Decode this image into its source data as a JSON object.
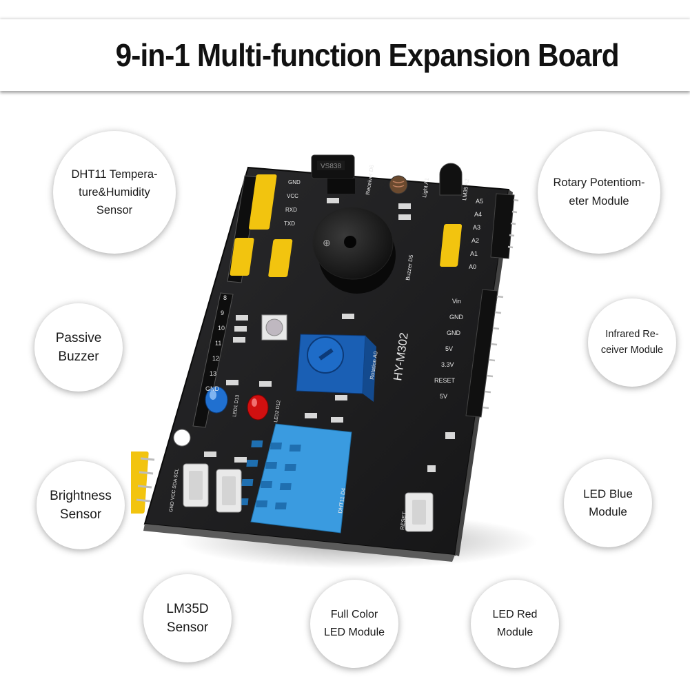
{
  "header": {
    "title": "9-in-1 Multi-function Expansion Board"
  },
  "features": [
    {
      "id": "dht11",
      "lines": [
        "DHT11 Tempera-",
        "ture&Humidity",
        "Sensor"
      ]
    },
    {
      "id": "potentiometer",
      "lines": [
        "Rotary Potentiom-",
        "eter Module"
      ]
    },
    {
      "id": "buzzer",
      "lines": [
        "Passive",
        "Buzzer"
      ]
    },
    {
      "id": "infrared",
      "lines": [
        "Infrared Re-",
        "ceiver Module"
      ]
    },
    {
      "id": "brightness",
      "lines": [
        "Brightness",
        "Sensor"
      ]
    },
    {
      "id": "led-blue",
      "lines": [
        "LED Blue",
        "Module"
      ]
    },
    {
      "id": "lm35d",
      "lines": [
        "LM35D",
        "Sensor"
      ]
    },
    {
      "id": "full-color",
      "lines": [
        "Full Color",
        "LED Module"
      ]
    },
    {
      "id": "led-red",
      "lines": [
        "LED Red",
        "Module"
      ]
    }
  ],
  "board": {
    "model": "HY-M302",
    "labels": {
      "receiver": "Receiver D6",
      "light": "Light A1",
      "lm35": "LM35 A2",
      "buzzer": "Buzzer D5",
      "rotation": "Rotation A0",
      "dht11": "DHT11 D4",
      "led1": "LED1 D13",
      "led2": "LED2 D12",
      "reset": "RESET",
      "ir_chip": "VS838"
    },
    "right_pins": [
      "A5",
      "A4",
      "A3",
      "A2",
      "A1",
      "A0"
    ],
    "power_pins": [
      "Vin",
      "GND",
      "GND",
      "5V",
      "3.3V",
      "RESET",
      "5V"
    ],
    "left_pins": [
      "8",
      "9",
      "10",
      "11",
      "12",
      "13",
      "GND"
    ],
    "uart_pins": [
      "GND",
      "VCC",
      "RXD",
      "TXD"
    ],
    "i2c_pins": "GND VCC SDA SCL"
  },
  "colors": {
    "title": "#111111",
    "board": "#1c1c1e",
    "header_pin": "#f2c40f",
    "pot": "#1a5fb4",
    "dht": "#3a9be0",
    "led_red": "#d01010",
    "led_blue": "#2070d0"
  }
}
